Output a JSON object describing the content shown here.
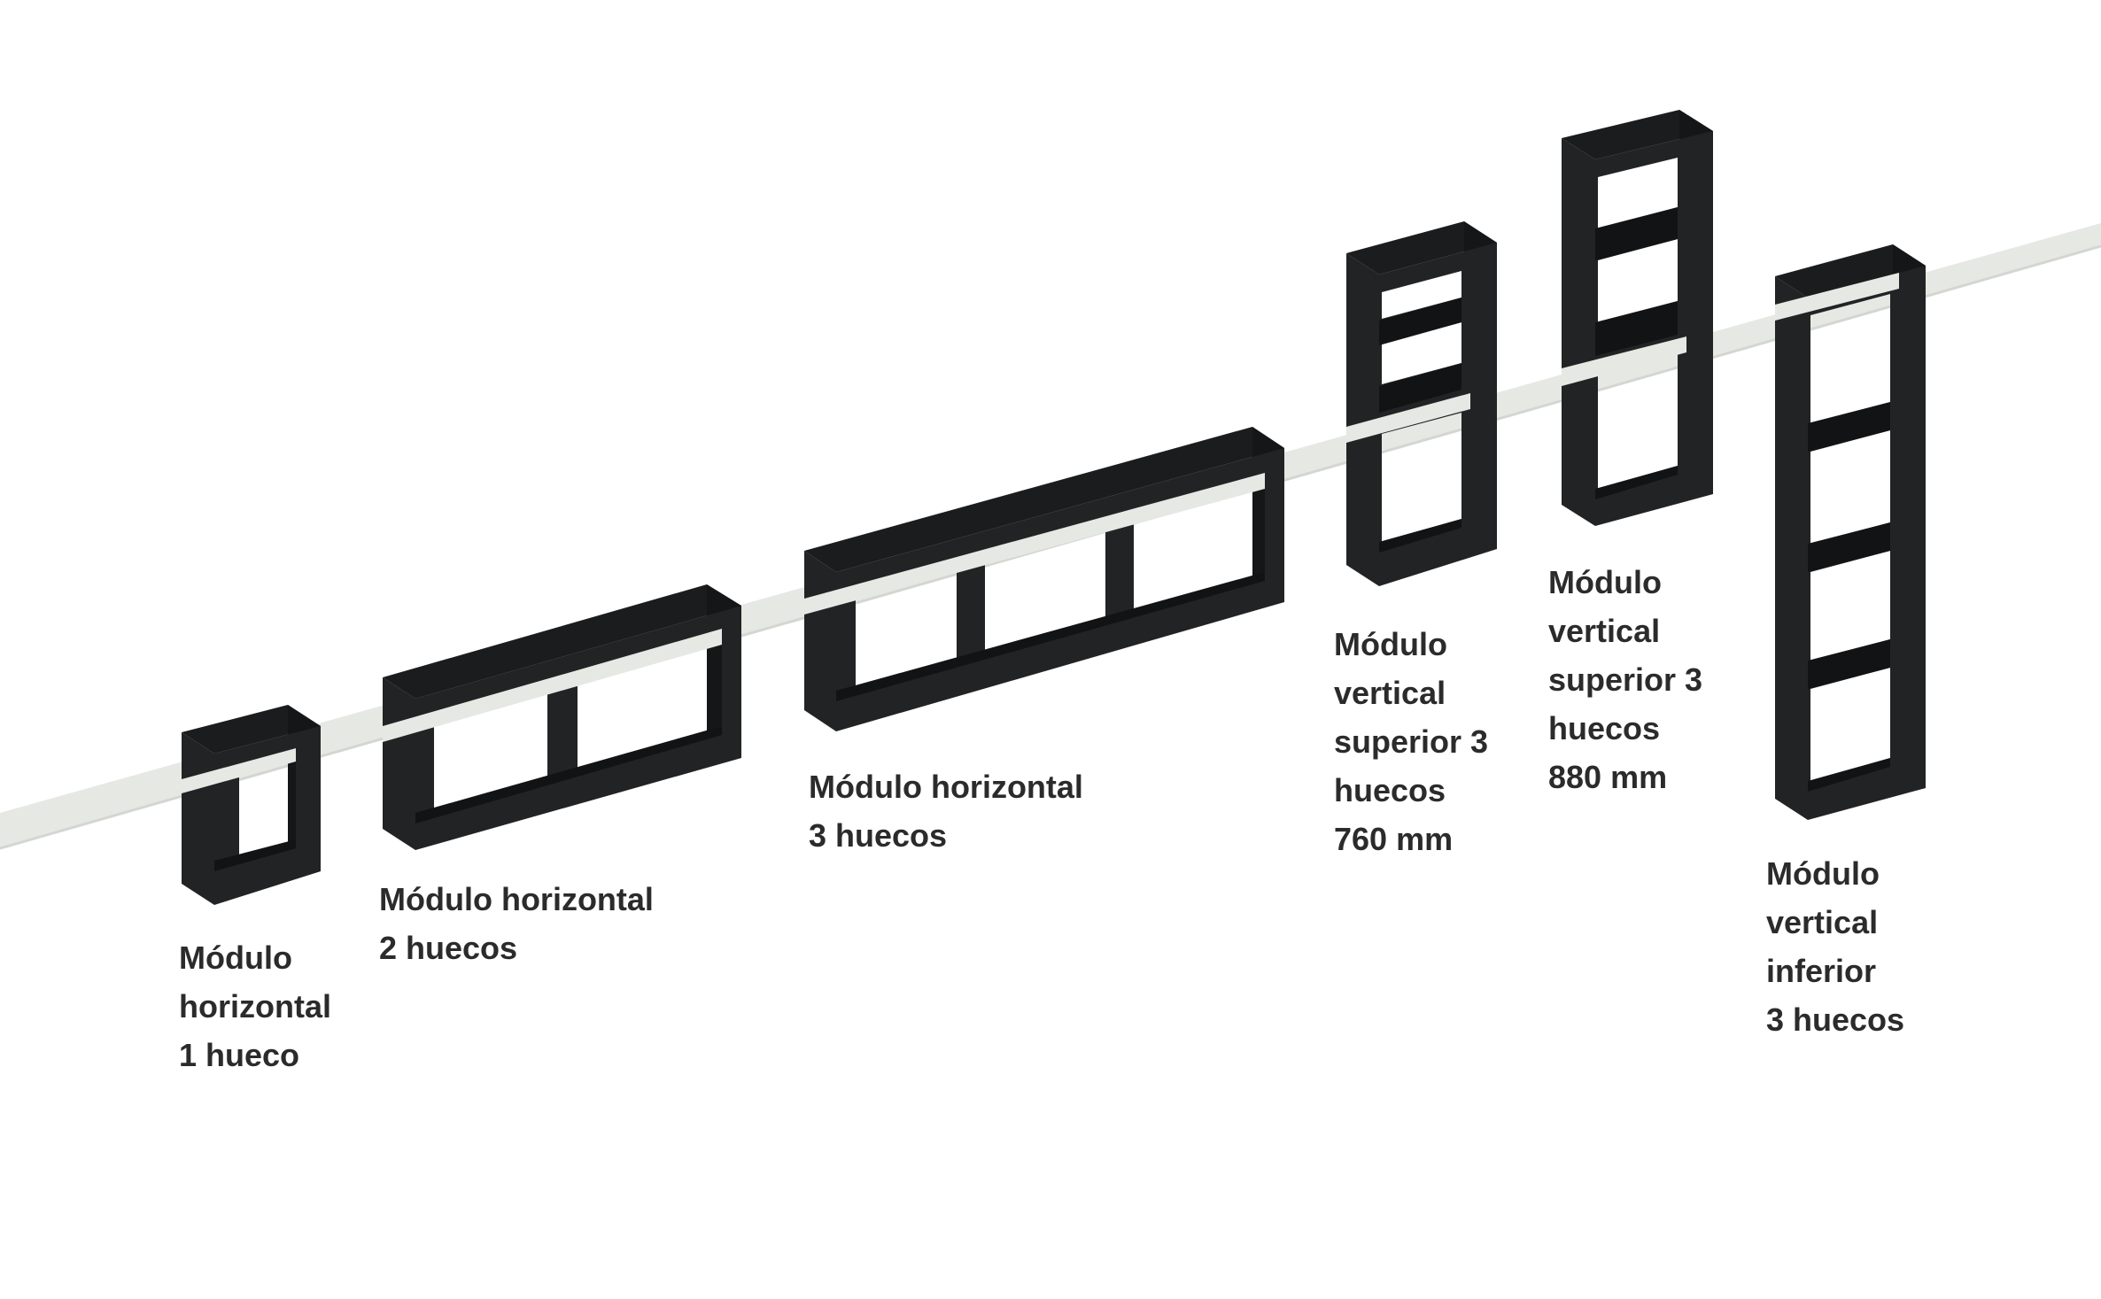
{
  "colors": {
    "background": "#ffffff",
    "module": "#222324",
    "module_shade": "#151617",
    "rail": "#e6e8e4",
    "rail_edge": "#d3d6d1",
    "text": "#2b2b2b"
  },
  "modules": [
    {
      "id": "h1",
      "label_lines": [
        "Módulo",
        "horizontal",
        "1 hueco"
      ]
    },
    {
      "id": "h2",
      "label_lines": [
        "Módulo horizontal",
        "2 huecos"
      ]
    },
    {
      "id": "h3",
      "label_lines": [
        "Módulo horizontal",
        "3 huecos"
      ]
    },
    {
      "id": "vs760",
      "label_lines": [
        "Módulo",
        "vertical",
        "superior 3",
        "huecos",
        "760 mm"
      ]
    },
    {
      "id": "vs880",
      "label_lines": [
        "Módulo",
        "vertical",
        "superior 3",
        "huecos",
        "880 mm"
      ]
    },
    {
      "id": "vi",
      "label_lines": [
        "Módulo",
        "vertical",
        "inferior",
        "3 huecos"
      ]
    }
  ]
}
